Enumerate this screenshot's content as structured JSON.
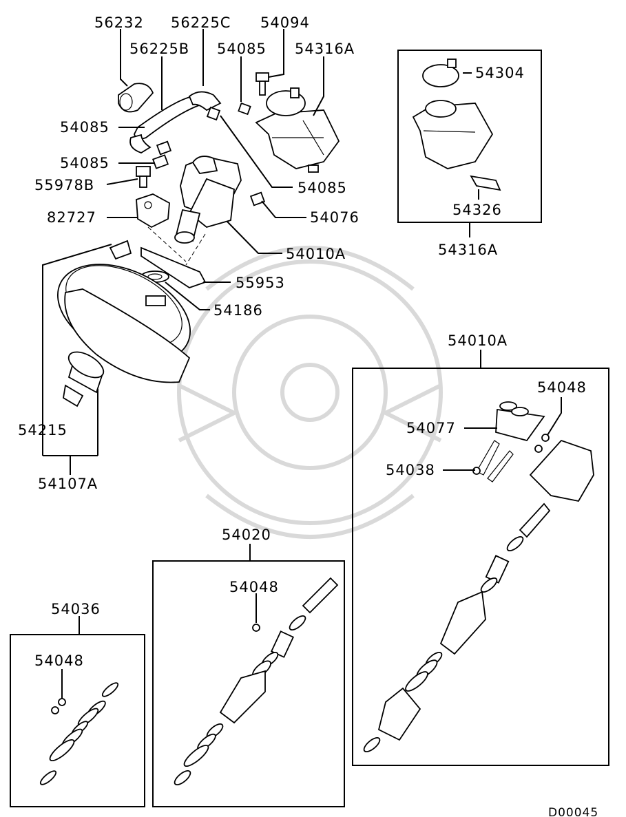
{
  "labels": {
    "p56232": "56232",
    "p56225C": "56225C",
    "p54094": "54094",
    "p56225B": "56225B",
    "p54085_top": "54085",
    "p54316A_top": "54316A",
    "p54085_left1": "54085",
    "p54085_left2": "54085",
    "p55978B": "55978B",
    "p54085_right": "54085",
    "p82727": "82727",
    "p54076": "54076",
    "p54010A_main": "54010A",
    "p55953": "55953",
    "p54186": "54186",
    "p54304": "54304",
    "p54326": "54326",
    "p54316A_box": "54316A",
    "p54010A_box": "54010A",
    "p54048_r": "54048",
    "p54077": "54077",
    "p54038": "54038",
    "p54215": "54215",
    "p54107A": "54107A",
    "p54020": "54020",
    "p54048_m": "54048",
    "p54036": "54036",
    "p54048_l": "54048"
  },
  "diagram_code": "D00045"
}
